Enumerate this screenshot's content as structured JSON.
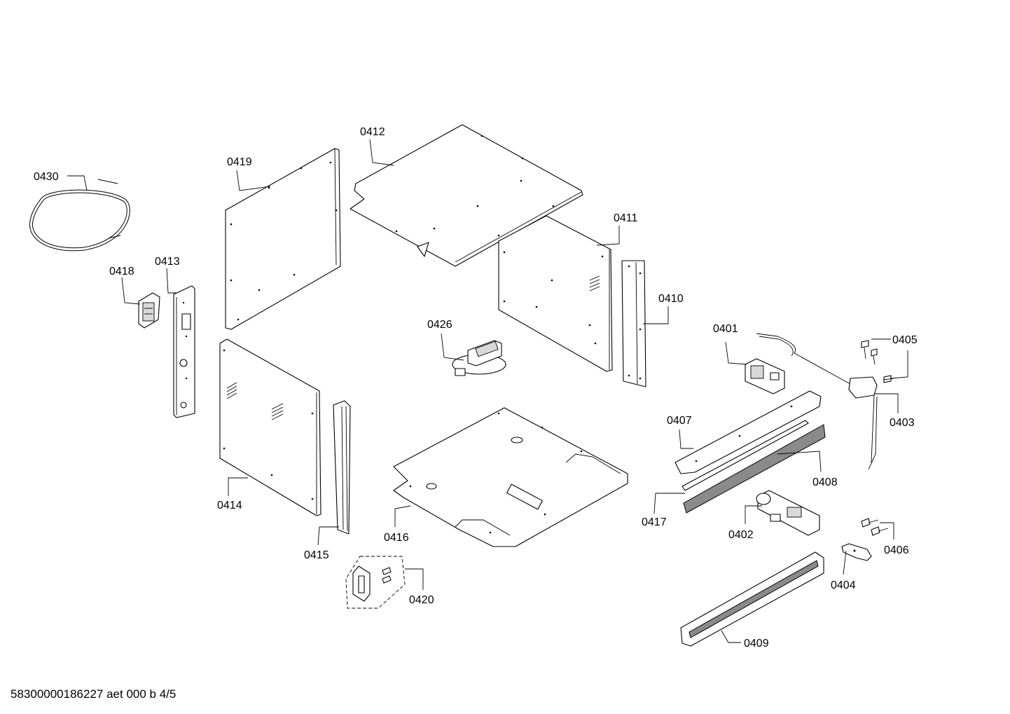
{
  "labels": {
    "l0401": "0401",
    "l0402": "0402",
    "l0403": "0403",
    "l0404": "0404",
    "l0405": "0405",
    "l0406": "0406",
    "l0407": "0407",
    "l0408": "0408",
    "l0409": "0409",
    "l0410": "0410",
    "l0411": "0411",
    "l0412": "0412",
    "l0413": "0413",
    "l0414": "0414",
    "l0415": "0415",
    "l0416": "0416",
    "l0417": "0417",
    "l0418": "0418",
    "l0419": "0419",
    "l0420": "0420",
    "l0426": "0426",
    "l0430": "0430"
  },
  "footer": "58300000186227 aet 000 b 4/5"
}
